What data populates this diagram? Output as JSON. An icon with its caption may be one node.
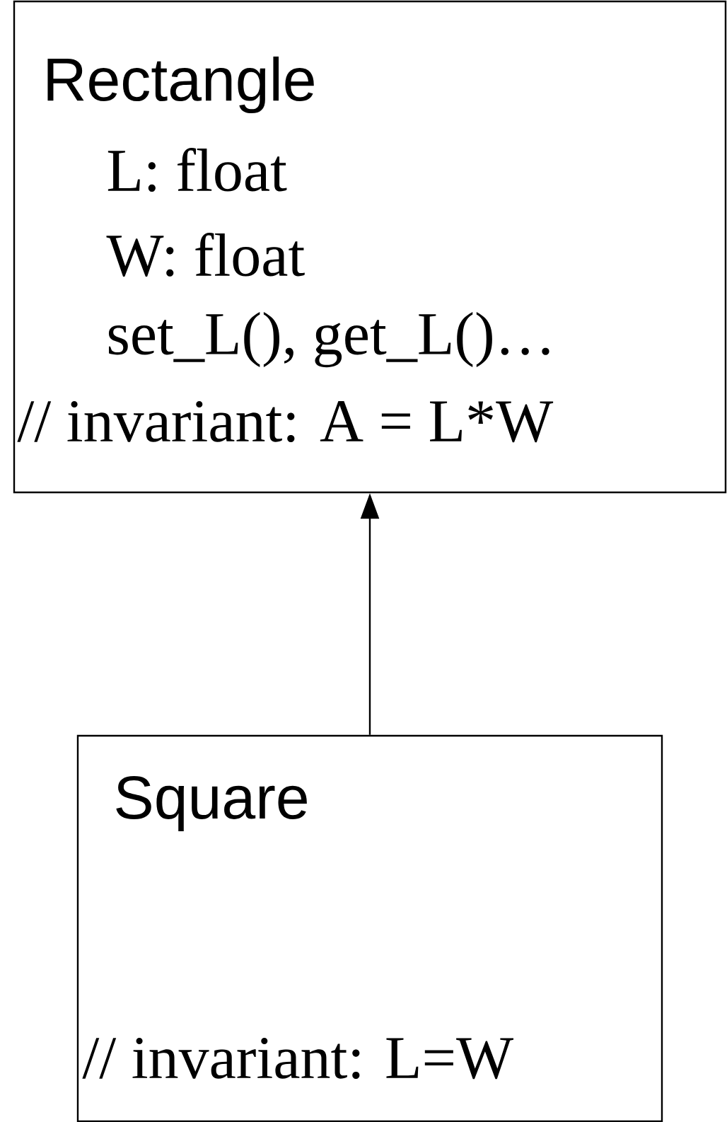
{
  "diagram": {
    "nodes": [
      {
        "text": [
          "Rectangle",
          "L: float",
          "W: float",
          "set_L(), get_L()…",
          "// invariant: A = L*W"
        ]
      },
      {
        "text": [
          "Square",
          "// invariant: L=W"
        ]
      }
    ],
    "edges": [
      {
        "from": 1,
        "to": 0,
        "arrow": "to"
      }
    ]
  }
}
